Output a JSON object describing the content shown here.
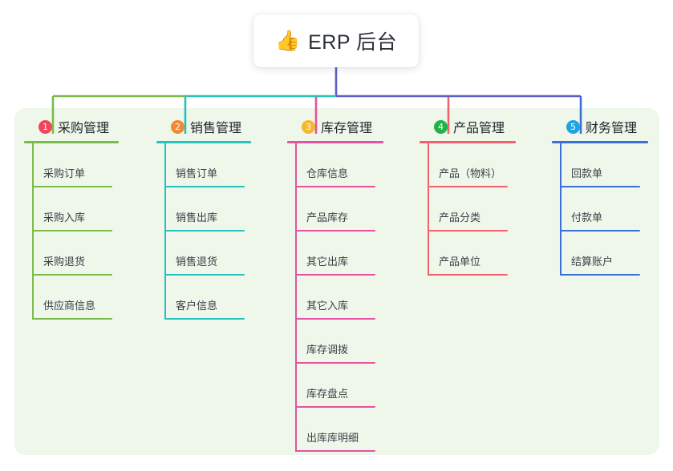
{
  "title": {
    "emoji": "👍",
    "icon_name": "thumbs-up-emoji",
    "text": "ERP 后台"
  },
  "theme": {
    "panel_bg": "#eef7ea",
    "page_bg": "#ffffff",
    "title_card_bg": "#ffffff",
    "root_connector": "#5a5fc7"
  },
  "columns": [
    {
      "number": "1",
      "badge_color": "#f0465a",
      "line_color": "#7cba4b",
      "title": "采购管理",
      "items": [
        "采购订单",
        "采购入库",
        "采购退货",
        "供应商信息"
      ]
    },
    {
      "number": "2",
      "badge_color": "#f08a34",
      "line_color": "#27c2bd",
      "title": "销售管理",
      "items": [
        "销售订单",
        "销售出库",
        "销售退货",
        "客户信息"
      ]
    },
    {
      "number": "3",
      "badge_color": "#f5b731",
      "line_color": "#e4539f",
      "title": "库存管理",
      "items": [
        "仓库信息",
        "产品库存",
        "其它出库",
        "其它入库",
        "库存调拨",
        "库存盘点",
        "出库库明细"
      ]
    },
    {
      "number": "4",
      "badge_color": "#22b24c",
      "line_color": "#f4606c",
      "title": "产品管理",
      "items": [
        "产品（物料）",
        "产品分类",
        "产品单位"
      ]
    },
    {
      "number": "5",
      "badge_color": "#1ea5e0",
      "line_color": "#3a6fd8",
      "title": "财务管理",
      "items": [
        "回款单",
        "付款单",
        "结算账户"
      ]
    }
  ]
}
